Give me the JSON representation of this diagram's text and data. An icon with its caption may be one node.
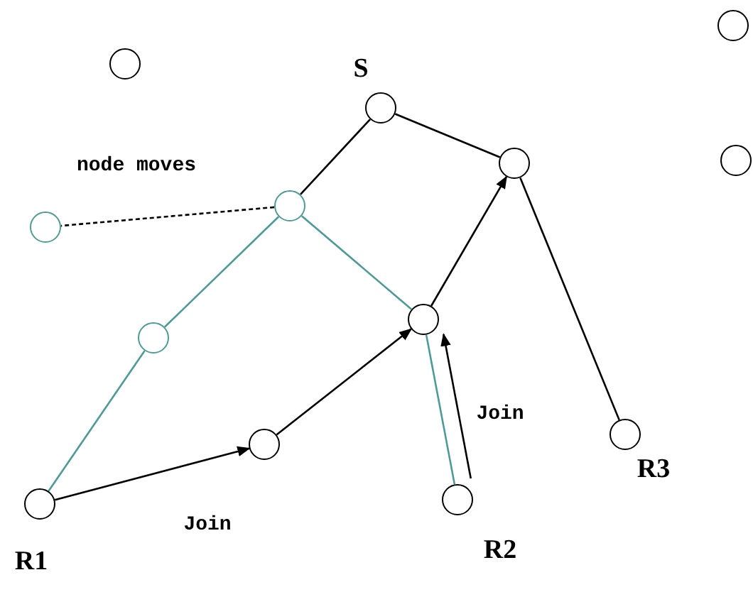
{
  "diagram": {
    "nodes": [
      {
        "text": [],
        "shape": "circle"
      },
      {
        "text": [],
        "shape": "circle"
      },
      {
        "text": [],
        "shape": "circle",
        "beside": [
          "S"
        ]
      },
      {
        "text": [],
        "shape": "circle"
      },
      {
        "text": [],
        "shape": "circle"
      },
      {
        "text": [],
        "shape": "circle"
      },
      {
        "text": [],
        "shape": "circle"
      },
      {
        "text": [],
        "shape": "circle"
      },
      {
        "text": [],
        "shape": "circle"
      },
      {
        "text": [],
        "shape": "circle"
      },
      {
        "text": [],
        "shape": "circle",
        "beside": [
          "R3"
        ]
      },
      {
        "text": [],
        "shape": "circle",
        "beside": [
          "R1"
        ]
      },
      {
        "text": [],
        "shape": "circle",
        "beside": [
          "R2"
        ]
      }
    ],
    "edges": [
      {
        "from": 2,
        "to": 4,
        "arrow": "none"
      },
      {
        "from": 2,
        "to": 5,
        "arrow": "none"
      },
      {
        "from": 4,
        "to": 10,
        "arrow": "none"
      },
      {
        "from": 5,
        "to": 7,
        "arrow": "none",
        "color": "#4e9a96"
      },
      {
        "from": 7,
        "to": 11,
        "arrow": "none",
        "color": "#4e9a96"
      },
      {
        "from": 5,
        "to": 8,
        "arrow": "none",
        "color": "#4e9a96"
      },
      {
        "from": 8,
        "to": 12,
        "arrow": "none",
        "color": "#4e9a96"
      },
      {
        "from": 11,
        "to": 9,
        "arrow": "to",
        "label": "Join"
      },
      {
        "from": 9,
        "to": 8,
        "arrow": "to"
      },
      {
        "from": 8,
        "to": 4,
        "arrow": "to"
      },
      {
        "from": 12,
        "to": 8,
        "arrow": "to",
        "label": "Join"
      },
      {
        "from": 5,
        "to": 6,
        "arrow": "none",
        "style": "dashed",
        "label": "node moves"
      }
    ]
  }
}
